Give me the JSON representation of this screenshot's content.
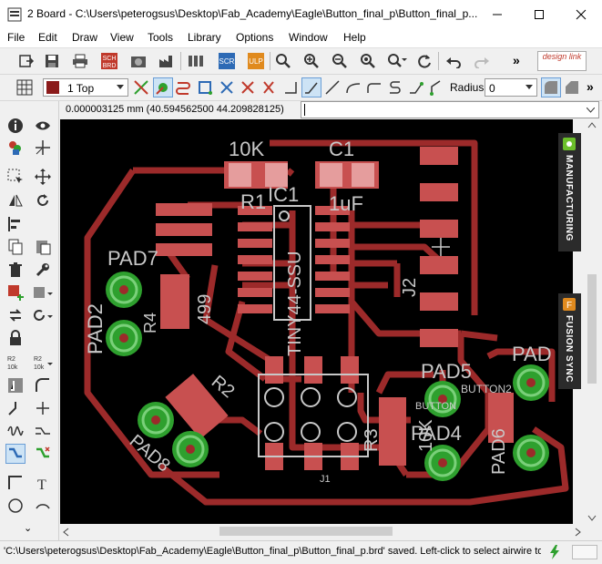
{
  "window": {
    "title": "2 Board - C:\\Users\\peterogsus\\Desktop\\Fab_Academy\\Eagle\\Button_final_p\\Button_final_p..."
  },
  "menu": [
    "File",
    "Edit",
    "Draw",
    "View",
    "Tools",
    "Library",
    "Options",
    "Window",
    "Help"
  ],
  "toolbar1": {
    "icons": [
      "open-icon",
      "save-icon",
      "print-icon",
      "sch-brd-icon",
      "cam-icon",
      "factory-icon",
      "layers-bars-icon",
      "script-icon",
      "ulp-icon",
      "zoom-fit-icon",
      "zoom-in-icon",
      "zoom-out-icon",
      "zoom-redraw-icon",
      "zoom-select-icon",
      "refresh-icon",
      "undo-icon",
      "redo-icon",
      "more-icon"
    ],
    "design_link": "design link",
    "sch_label": "SCH BRD",
    "scr_label": "SCR",
    "ulp_label": "ULP",
    "more": "»"
  },
  "toolbar2": {
    "layer_value": "1 Top",
    "radius_label": "Radius:",
    "radius_value": "0",
    "more": "»"
  },
  "coordbar": {
    "coords": "0.000003125 mm (40.594562500 44.209828125)",
    "command_value": ""
  },
  "side_tabs": {
    "manufacturing": "MANUFACTURING",
    "fusion": "FUSION SYNC"
  },
  "board_labels": {
    "r10k": "10K",
    "c1": "C1",
    "r1": "R1",
    "ic1": "IC1",
    "uf": "1uF",
    "chip": "TINY44-SSU",
    "j2": "J2",
    "pad7": "PAD7",
    "pad2": "PAD2",
    "r4": "R4",
    "r499": "499",
    "r2": "R2",
    "pad8": "PAD8",
    "pad_partial": "PAD",
    "pad5": "PAD5",
    "button2": "BUTTON2",
    "r3": "R3",
    "pad4": "PAD4",
    "pad6": "PAD6",
    "r10k2": "10K",
    "j1": "J1",
    "button": "BUTTON"
  },
  "status": {
    "text": "'C:\\Users\\peterogsus\\Desktop\\Fab_Academy\\Eagle\\Button_final_p\\Button_final_p.brd' saved. Left-click to select airwire to"
  },
  "colors": {
    "trace": "#9c2a2a",
    "pad_green": "#2ea02e",
    "silk": "#c8c8c8",
    "smd": "#c85050",
    "layer_swatch": "#8b1a1a"
  }
}
